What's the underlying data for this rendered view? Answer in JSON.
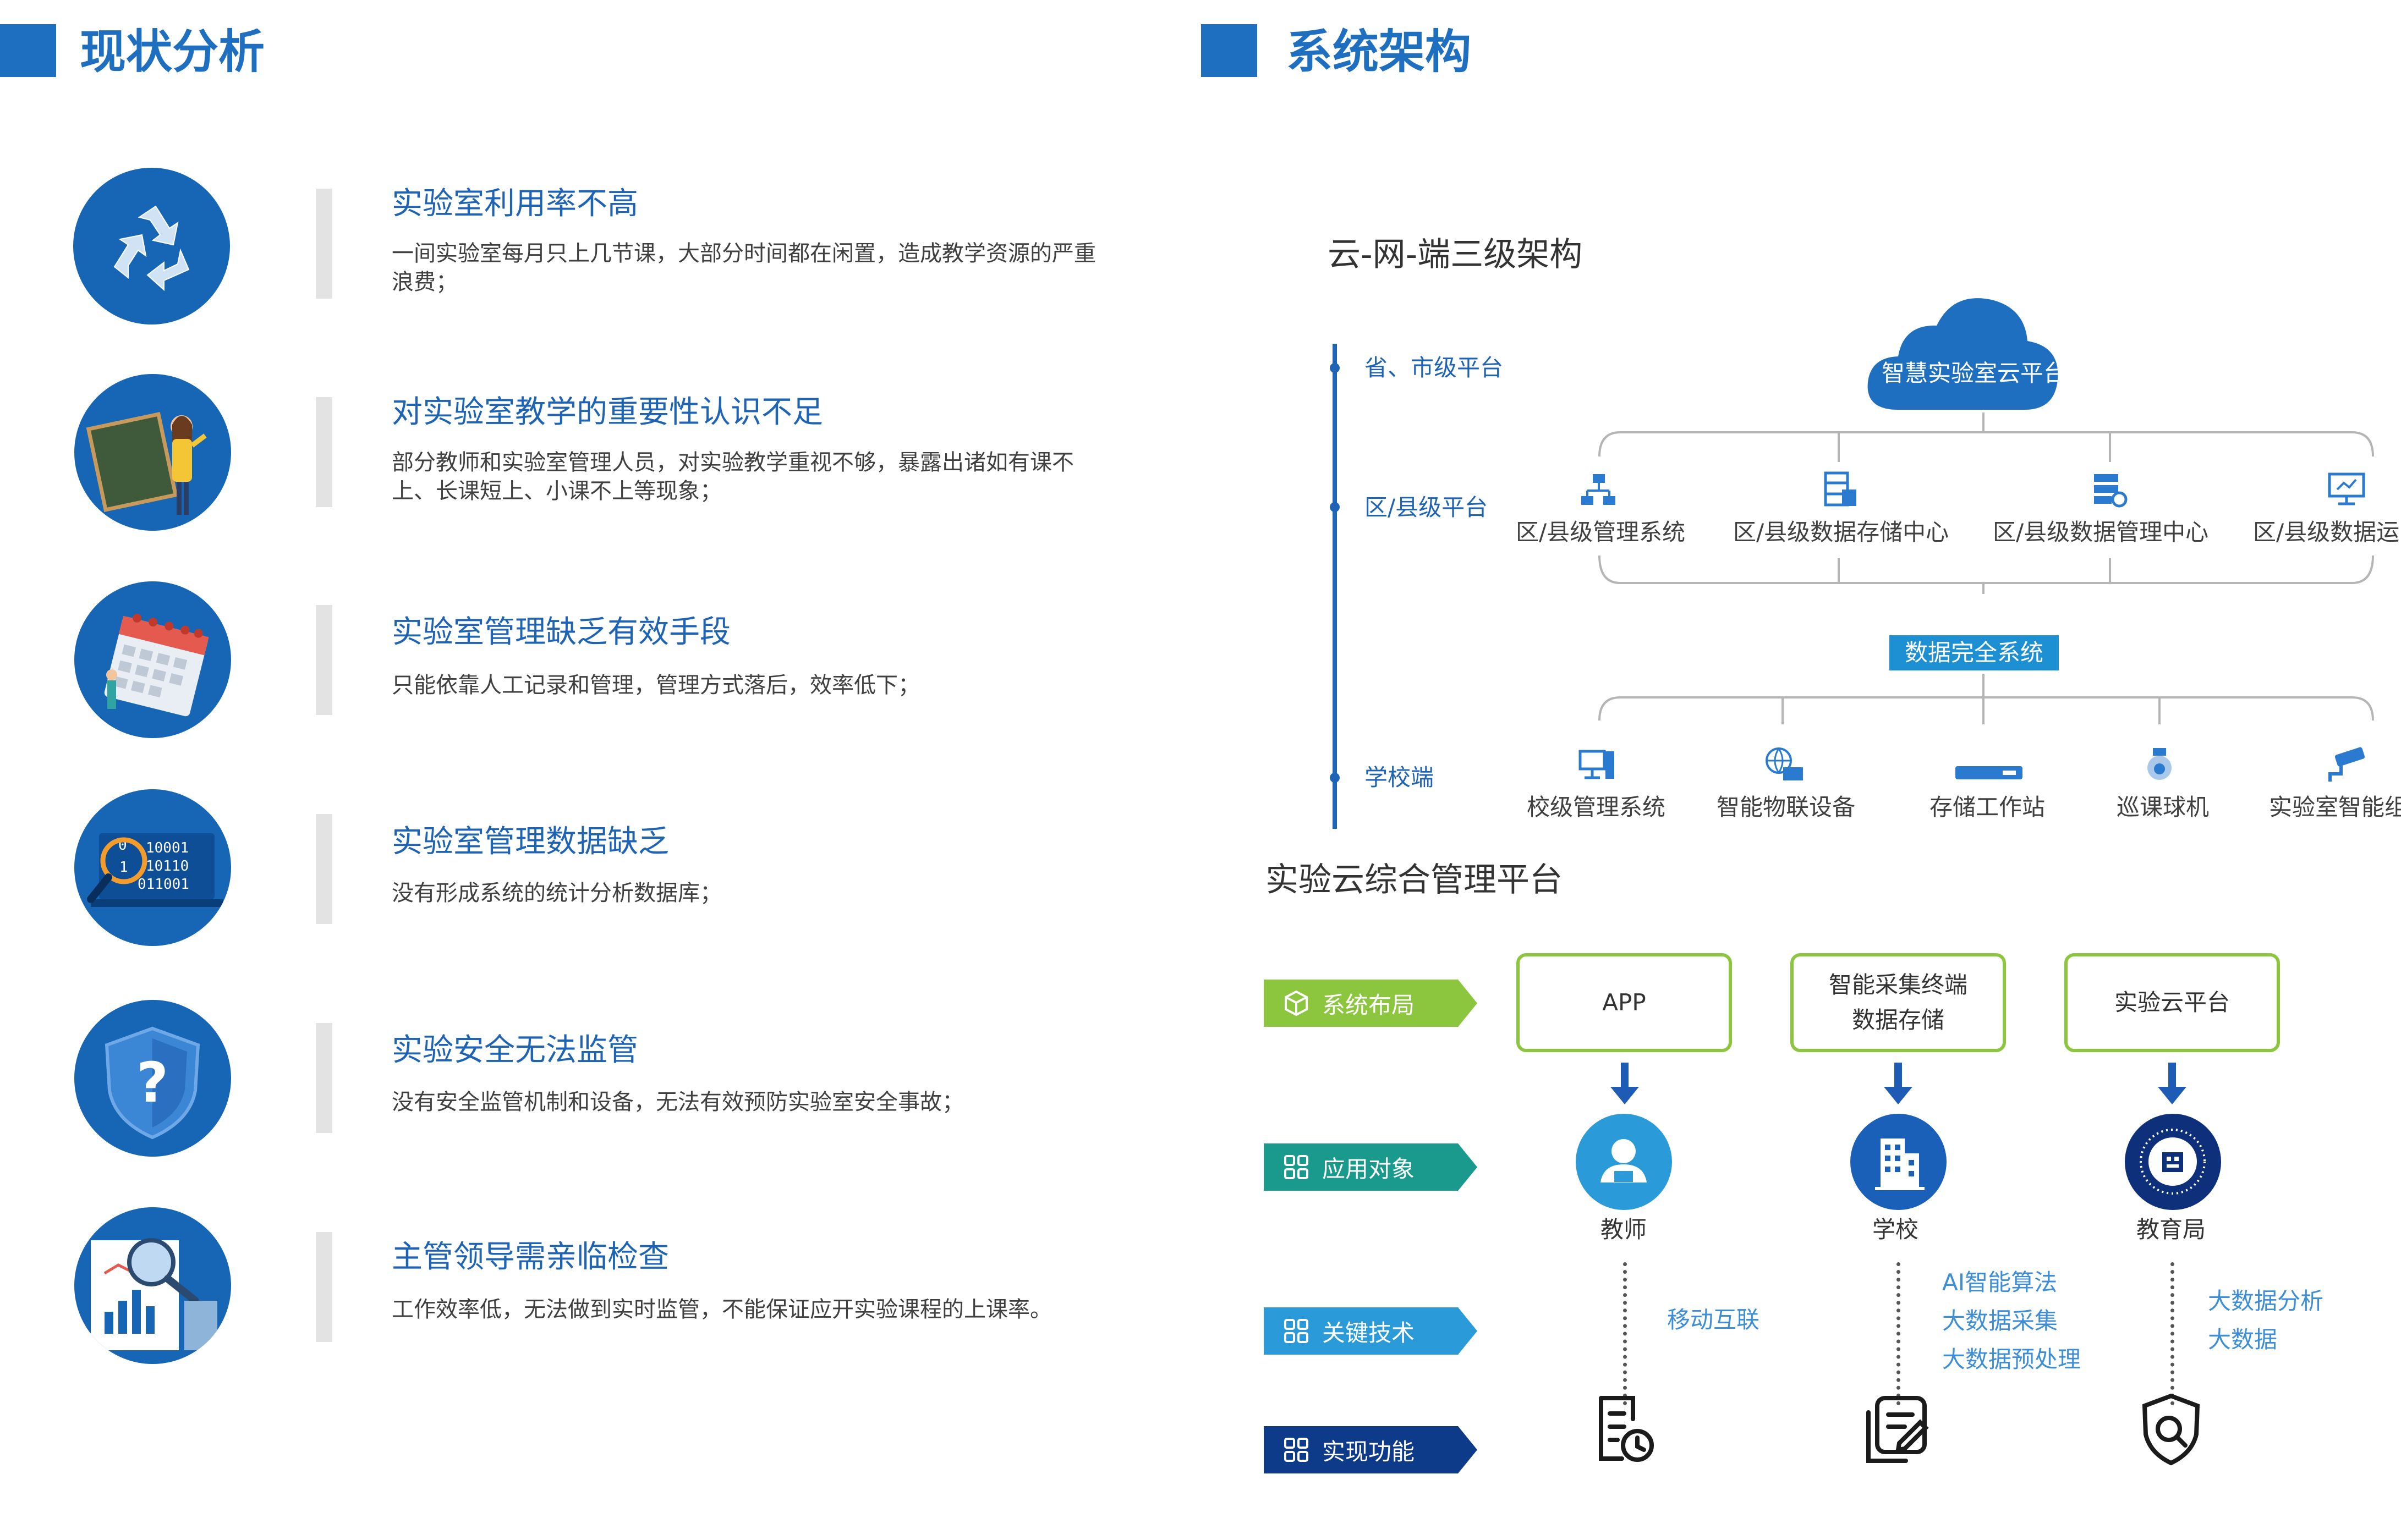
{
  "left": {
    "title": "现状分析",
    "issues": [
      {
        "title": "实验室利用率不高",
        "desc": "一间实验室每月只上几节课，大部分时间都在闲置，造成教学资源的严重浪费；"
      },
      {
        "title": "对实验室教学的重要性认识不足",
        "desc": "部分教师和实验室管理人员，对实验教学重视不够，暴露出诸如有课不上、长课短上、小课不上等现象；"
      },
      {
        "title": "实验室管理缺乏有效手段",
        "desc": "只能依靠人工记录和管理，管理方式落后，效率低下；"
      },
      {
        "title": "实验室管理数据缺乏",
        "desc": "没有形成系统的统计分析数据库；"
      },
      {
        "title": "实验安全无法监管",
        "desc": "没有安全监管机制和设备，无法有效预防实验室安全事故；"
      },
      {
        "title": "主管领导需亲临检查",
        "desc": "工作效率低，无法做到实时监管，不能保证应开实验课程的上课率。"
      }
    ],
    "binary_lines": [
      "10001",
      "10110",
      "011001"
    ],
    "binary_marks": [
      "0",
      "1"
    ],
    "question_mark": "?"
  },
  "right": {
    "title": "系统架构",
    "arch_title": "云-网-端三级架构",
    "tiers": [
      "省、市级平台",
      "区/县级平台",
      "学校端"
    ],
    "cloud_label": "智慧实验室云平台",
    "district_nodes": [
      "区/县级管理系统",
      "区/县级数据存储中心",
      "区/县级数据管理中心",
      "区/县级数据运"
    ],
    "security_badge": "数据完全系统",
    "school_nodes": [
      "校级管理系统",
      "智能物联设备",
      "存储工作站",
      "巡课球机",
      "实验室智能组"
    ],
    "platform_title": "实验云综合管理平台",
    "row_tags": [
      {
        "label": "系统布局",
        "color": "#8CC63F",
        "icon": "cube-icon"
      },
      {
        "label": "应用对象",
        "color": "#1A9A8C",
        "icon": "grid-icon"
      },
      {
        "label": "关键技术",
        "color": "#2A9AD8",
        "icon": "grid-icon"
      },
      {
        "label": "实现功能",
        "color": "#0E3A8A",
        "icon": "grid-icon"
      }
    ],
    "layout_boxes": [
      {
        "lines": [
          "APP"
        ]
      },
      {
        "lines": [
          "智能采集终端",
          "数据存储"
        ]
      },
      {
        "lines": [
          "实验云平台"
        ]
      }
    ],
    "entities": [
      "教师",
      "学校",
      "教育局"
    ],
    "tech": [
      [
        "移动互联"
      ],
      [
        "AI智能算法",
        "大数据采集",
        "大数据预处理"
      ],
      [
        "大数据分析",
        "大数据"
      ]
    ],
    "colors": {
      "brand_blue": "#1F6FC1",
      "light_blue": "#2A9AD8",
      "green": "#8CC63F",
      "navy": "#0E3A8A"
    }
  }
}
